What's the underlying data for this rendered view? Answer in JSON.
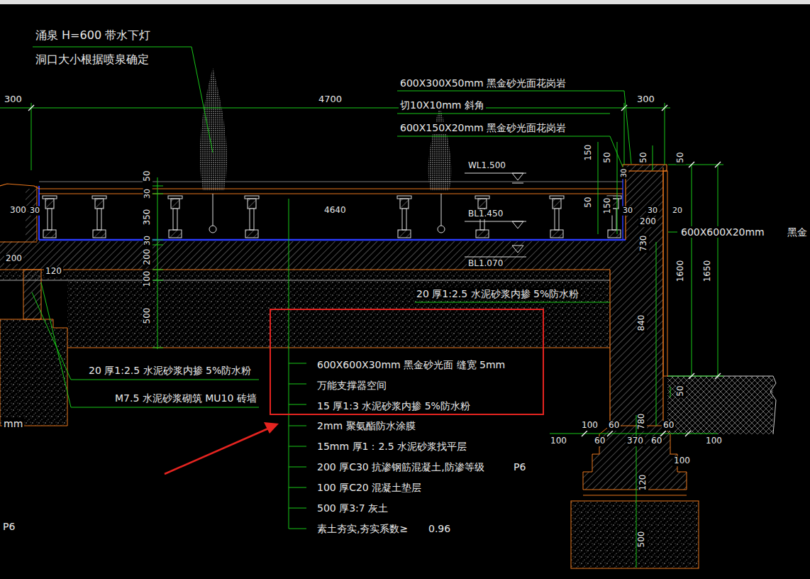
{
  "diagram": {
    "nodes": [
      {
        "text": [
          "600X600X30mm 黑金砂光面 缝宽 5mm",
          "万能支撑器空间",
          "15 厚1:3 水泥砂浆内掺 5%防水粉"
        ]
      }
    ],
    "labels": [
      "涌泉 H=600 带水下灯",
      "洞口大小根据喷泉确定",
      "300",
      "4700",
      "300",
      "600X300X50mm 黑金砂光面花岗岩",
      "切10X10mm 斜角",
      "600X150X20mm 黑金砂光面花岗岩",
      "WL1.500",
      "4640",
      "BL1.450",
      "BL1.070",
      "300",
      "30",
      "50",
      "30",
      "350",
      "30",
      "200",
      "100",
      "500",
      "200",
      "120",
      "150",
      "50",
      "50",
      "50",
      "30",
      "50",
      "150",
      "30",
      "30",
      "20",
      "200",
      "730",
      "1600",
      "1650",
      "840",
      "50",
      "600X600X20mm",
      "黑金",
      "20 厚1:2.5 水泥砂浆内掺 5%防水粉",
      "20 厚1:2.5 水泥砂浆内掺 5%防水粉",
      "M7.5 水泥砂浆砌筑 MU10 砖墙",
      "mm",
      "P6",
      "2mm 聚氨酯防水涂膜",
      "15mm 厚1：2.5 水泥砂浆找平层",
      "200 厚C30 抗渗钢筋混凝土,防渗等级",
      "P6",
      "100 厚C20 混凝土垫层",
      "500 厚3:7 灰土",
      "素土夯实,夯实系数≥",
      "0.96",
      "100",
      "60",
      "60",
      "100",
      "60",
      "370",
      "60",
      "100",
      "100",
      "780",
      "120",
      "500"
    ]
  }
}
